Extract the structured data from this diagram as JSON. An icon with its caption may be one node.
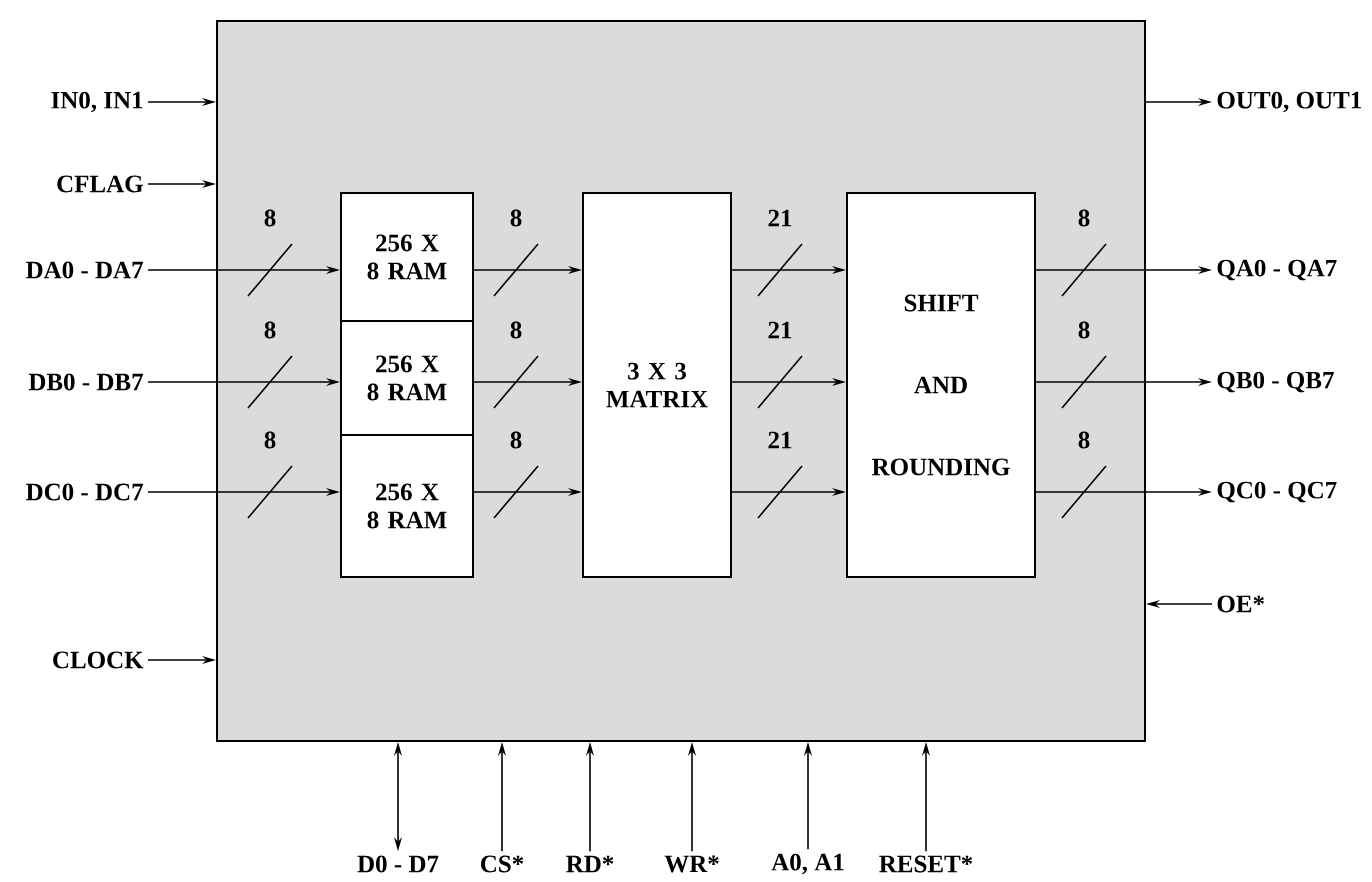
{
  "diagram": {
    "nodes": [
      {
        "text": [],
        "shape": "box"
      },
      {
        "text": [
          "256 X 8 RAM"
        ],
        "in": 0
      },
      {
        "text": [
          "256 X 8 RAM"
        ],
        "in": 0
      },
      {
        "text": [
          "256 X 8 RAM"
        ],
        "in": 0
      },
      {
        "text": [
          "3 X 3 MATRIX"
        ],
        "in": 0
      },
      {
        "text": [
          "SHIFT AND ROUNDING"
        ],
        "in": 0
      },
      {
        "text": [
          "IN0, IN1"
        ]
      },
      {
        "text": [
          "CFLAG"
        ]
      },
      {
        "text": [
          "DA0 - DA7"
        ]
      },
      {
        "text": [
          "DB0 - DB7"
        ]
      },
      {
        "text": [
          "DC0 - DC7"
        ]
      },
      {
        "text": [
          "CLOCK"
        ]
      },
      {
        "text": [
          "OUT0, OUT1"
        ]
      },
      {
        "text": [
          "QA0 - QA7"
        ]
      },
      {
        "text": [
          "QB0 - QB7"
        ]
      },
      {
        "text": [
          "QC0 - QC7"
        ]
      },
      {
        "text": [
          "OE*"
        ]
      },
      {
        "text": [
          "D0 - D7"
        ]
      },
      {
        "text": [
          "CS*"
        ]
      },
      {
        "text": [
          "RD*"
        ]
      },
      {
        "text": [
          "WR*"
        ]
      },
      {
        "text": [
          "A0, A1"
        ]
      },
      {
        "text": [
          "RESET*"
        ]
      }
    ],
    "edges": [
      {
        "from": 6,
        "to": 0,
        "arrow": "to"
      },
      {
        "from": 7,
        "to": 0,
        "arrow": "to"
      },
      {
        "from": 8,
        "to": 1,
        "arrow": "to",
        "label": "8"
      },
      {
        "from": 9,
        "to": 2,
        "arrow": "to",
        "label": "8"
      },
      {
        "from": 10,
        "to": 3,
        "arrow": "to",
        "label": "8"
      },
      {
        "from": 11,
        "to": 0,
        "arrow": "to"
      },
      {
        "from": 1,
        "to": 4,
        "arrow": "to",
        "label": "8"
      },
      {
        "from": 2,
        "to": 4,
        "arrow": "to",
        "label": "8"
      },
      {
        "from": 3,
        "to": 4,
        "arrow": "to",
        "label": "8"
      },
      {
        "from": 4,
        "to": 5,
        "arrow": "to",
        "label": "21"
      },
      {
        "from": 4,
        "to": 5,
        "arrow": "to",
        "label": "21"
      },
      {
        "from": 4,
        "to": 5,
        "arrow": "to",
        "label": "21"
      },
      {
        "from": 5,
        "to": 13,
        "arrow": "to",
        "label": "8"
      },
      {
        "from": 5,
        "to": 14,
        "arrow": "to",
        "label": "8"
      },
      {
        "from": 5,
        "to": 15,
        "arrow": "to",
        "label": "8"
      },
      {
        "from": 0,
        "to": 12,
        "arrow": "to"
      },
      {
        "from": 16,
        "to": 0,
        "arrow": "to"
      },
      {
        "from": 17,
        "to": 0,
        "arrow": "both"
      },
      {
        "from": 18,
        "to": 0,
        "arrow": "to"
      },
      {
        "from": 19,
        "to": 0,
        "arrow": "to"
      },
      {
        "from": 20,
        "to": 0,
        "arrow": "to"
      },
      {
        "from": 21,
        "to": 0,
        "arrow": "to"
      },
      {
        "from": 22,
        "to": 0,
        "arrow": "to"
      }
    ]
  }
}
